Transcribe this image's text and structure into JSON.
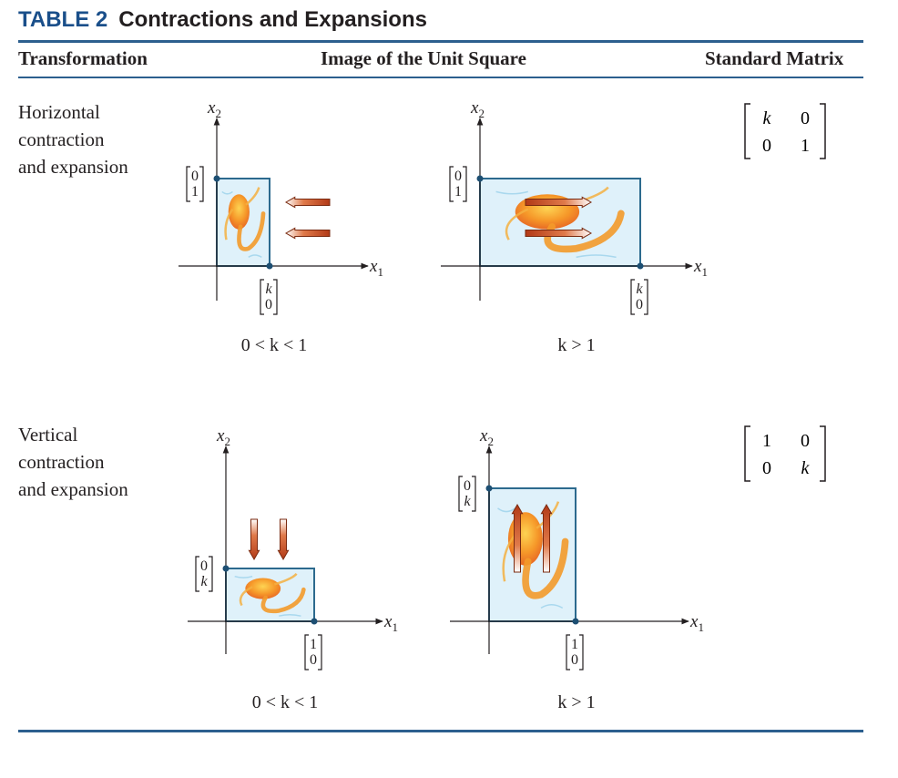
{
  "title": {
    "tag": "TABLE 2",
    "text": "Contractions and Expansions"
  },
  "headers": {
    "transformation": "Transformation",
    "image": "Image of the Unit Square",
    "matrix": "Standard Matrix"
  },
  "axis_labels": {
    "x1": "x",
    "x1_sub": "1",
    "x2": "x",
    "x2_sub": "2"
  },
  "rows": [
    {
      "label_lines": [
        "Horizontal",
        "contraction",
        "and expansion"
      ],
      "matrix": [
        [
          "k",
          "0"
        ],
        [
          "0",
          "1"
        ]
      ],
      "panels": [
        {
          "caption": "0 < k < 1",
          "x_vec": [
            "k",
            "0"
          ],
          "y_vec": [
            "0",
            "1"
          ],
          "arrow_direction": "left"
        },
        {
          "caption": "k > 1",
          "x_vec": [
            "k",
            "0"
          ],
          "y_vec": [
            "0",
            "1"
          ],
          "arrow_direction": "right"
        }
      ]
    },
    {
      "label_lines": [
        "Vertical",
        "contraction",
        "and expansion"
      ],
      "matrix": [
        [
          "1",
          "0"
        ],
        [
          "0",
          "k"
        ]
      ],
      "panels": [
        {
          "caption": "0 < k < 1",
          "x_vec": [
            "1",
            "0"
          ],
          "y_vec": [
            "0",
            "k"
          ],
          "arrow_direction": "down"
        },
        {
          "caption": "k > 1",
          "x_vec": [
            "1",
            "0"
          ],
          "y_vec": [
            "0",
            "k"
          ],
          "arrow_direction": "up"
        }
      ]
    }
  ],
  "colors": {
    "accent": "#1a4f8a",
    "rule": "#2c5f8e",
    "square_border": "#2c6a8e",
    "square_fill": "#dff1fa",
    "arrow": "#c1461f",
    "fish": "#f39a2a"
  }
}
